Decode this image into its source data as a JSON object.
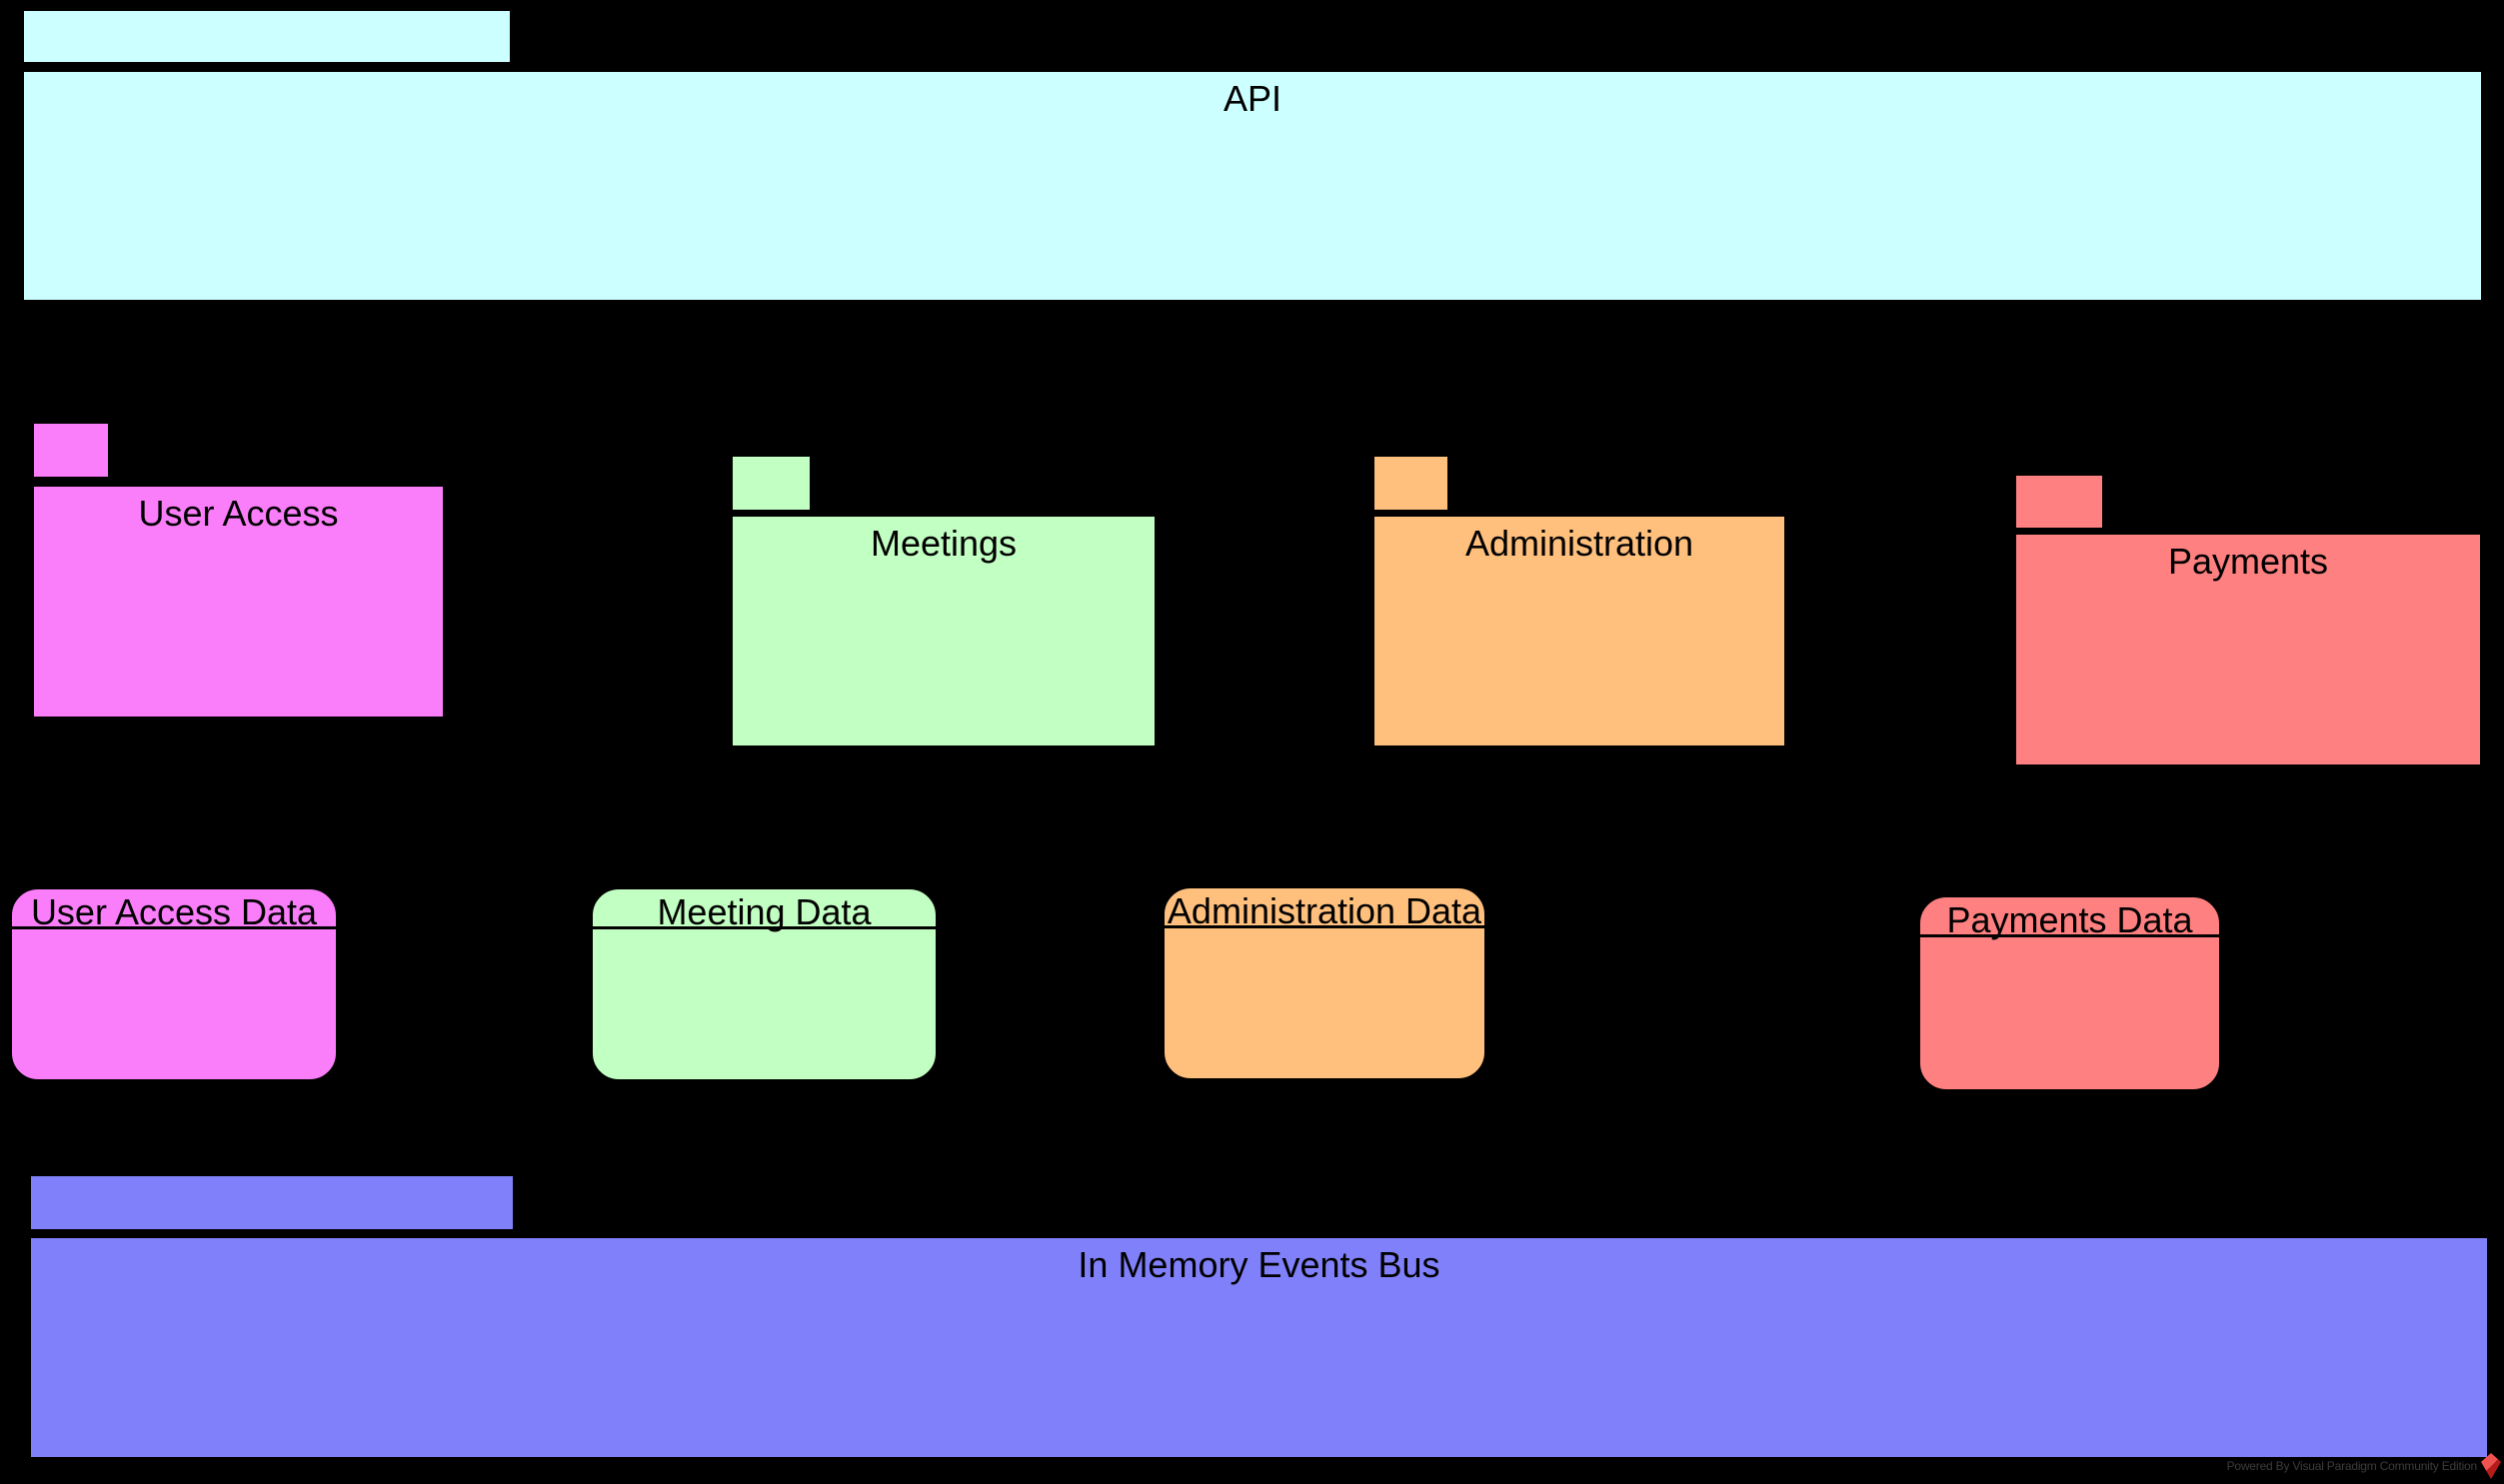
{
  "canvas": {
    "background": "#000000",
    "border_color": "#000000",
    "text_color": "#000000"
  },
  "api_package": {
    "label": "API",
    "color": "#CCFFFF"
  },
  "packages": [
    {
      "label": "User Access",
      "color": "#FA7DFA"
    },
    {
      "label": "Meetings",
      "color": "#C2FFC2"
    },
    {
      "label": "Administration",
      "color": "#FFC07E"
    },
    {
      "label": "Payments",
      "color": "#FF8080"
    }
  ],
  "data_nodes": [
    {
      "label": "User Access Data",
      "color": "#FA7DFA"
    },
    {
      "label": "Meeting Data",
      "color": "#C2FFC2"
    },
    {
      "label": "Administration Data",
      "color": "#FFC07E"
    },
    {
      "label": "Payments Data",
      "color": "#FF8080"
    }
  ],
  "events_bus": {
    "label": "In Memory Events Bus",
    "color": "#8080FA"
  },
  "watermark": {
    "text": "Powered By Visual Paradigm Community Edition",
    "text_color": "#3C3C3C",
    "logo_color": "#E23B3B"
  }
}
